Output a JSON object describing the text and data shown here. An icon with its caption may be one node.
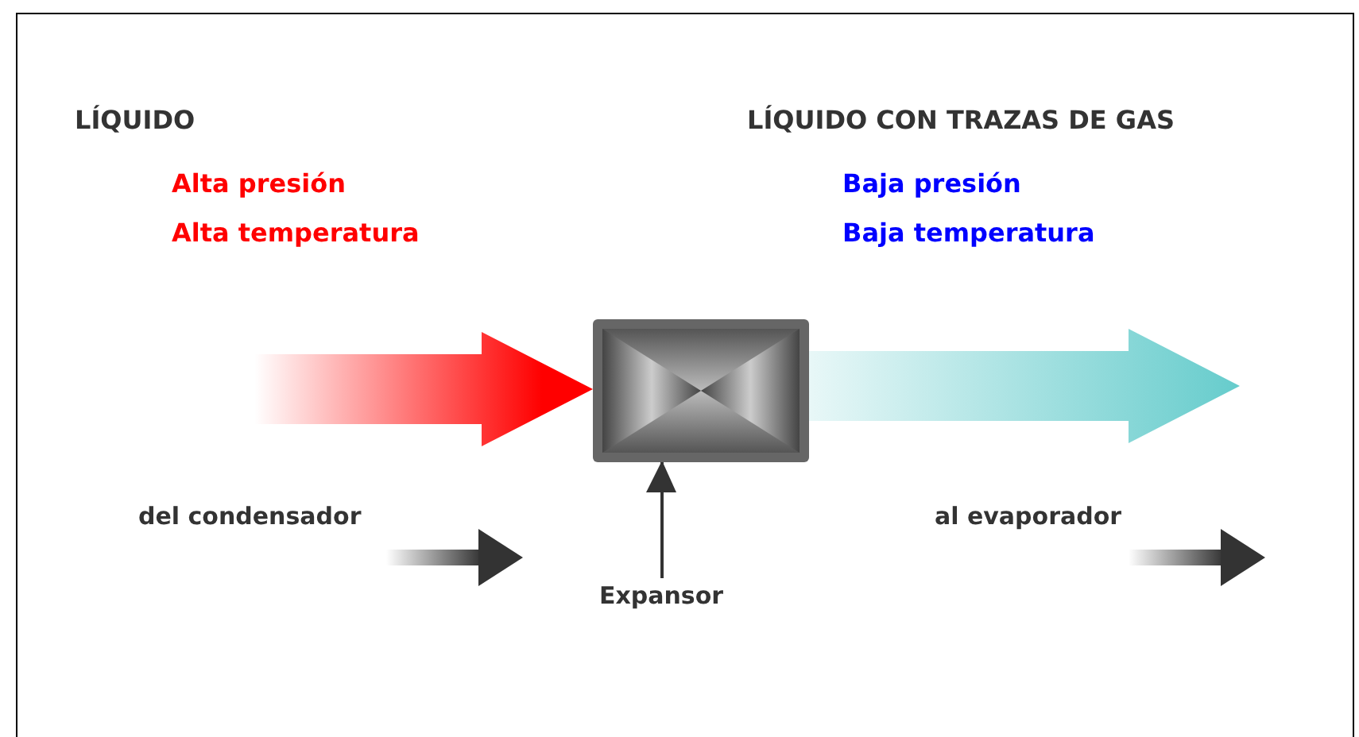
{
  "diagram": {
    "nodes": [
      {
        "text": [],
        "shape": "picture"
      },
      {
        "text": [
          "Expansor"
        ]
      }
    ],
    "edges": [
      {
        "from": null,
        "to": 0,
        "arrow": "to",
        "style": "thick",
        "color": "#ff0000"
      },
      {
        "from": 0,
        "to": null,
        "arrow": "to",
        "style": "thick",
        "color": "#66cccc"
      },
      {
        "from": 1,
        "to": 0,
        "arrow": "to"
      }
    ],
    "labels": [
      "LÍQUIDO",
      "LÍQUIDO CON TRAZAS DE GAS",
      "Alta presión",
      "Baja presión",
      "Alta temperatura",
      "Baja temperatura",
      "del condensador",
      "al evaporador"
    ]
  }
}
